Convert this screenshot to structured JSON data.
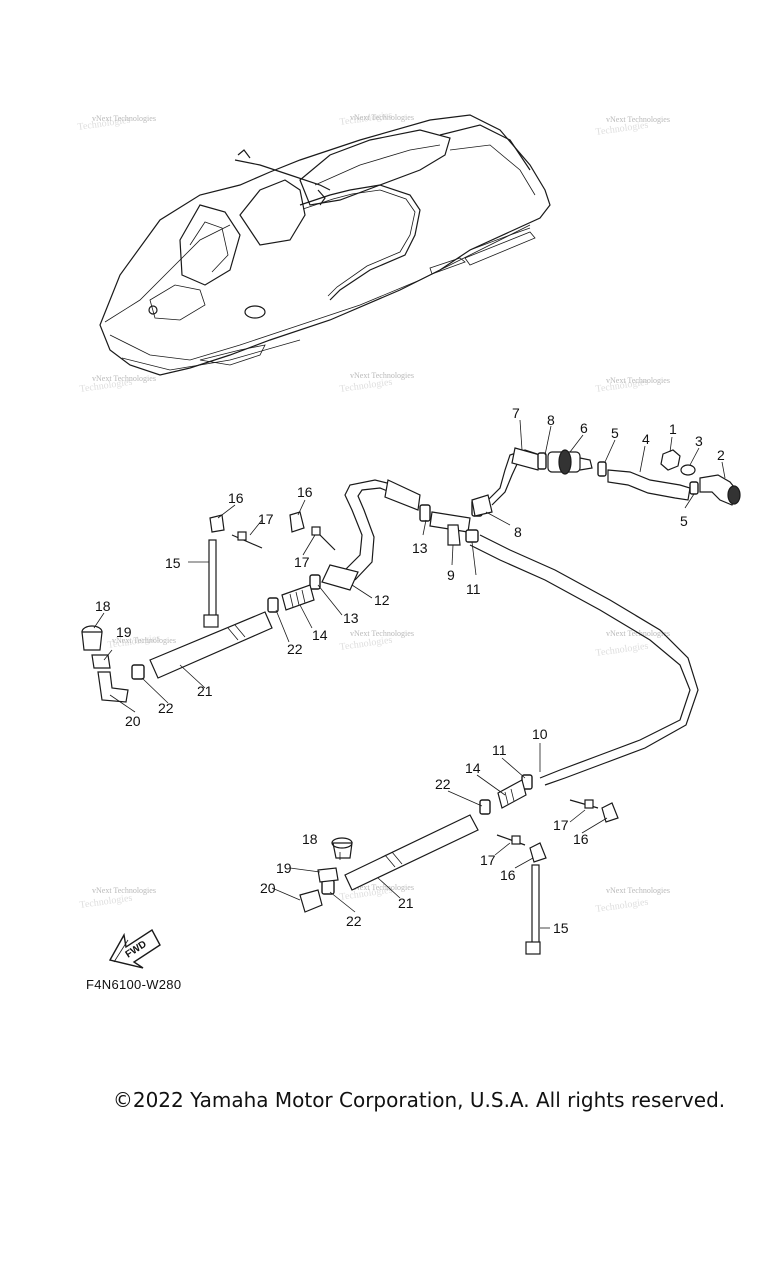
{
  "diagram": {
    "code": "F4N6100-W280",
    "fwd_label": "FWD",
    "copyright": "©2022 Yamaha Motor Corporation, U.S.A. All rights reserved.",
    "watermark": "vNext Technologies",
    "callouts": [
      {
        "id": "c7a",
        "text": "7"
      },
      {
        "id": "c8a",
        "text": "8"
      },
      {
        "id": "c6",
        "text": "6"
      },
      {
        "id": "c5a",
        "text": "5"
      },
      {
        "id": "c4",
        "text": "4"
      },
      {
        "id": "c1",
        "text": "1"
      },
      {
        "id": "c3",
        "text": "3"
      },
      {
        "id": "c2",
        "text": "2"
      },
      {
        "id": "c5b",
        "text": "5"
      },
      {
        "id": "c8b",
        "text": "8"
      },
      {
        "id": "c13a",
        "text": "13"
      },
      {
        "id": "c9",
        "text": "9"
      },
      {
        "id": "c11a",
        "text": "11"
      },
      {
        "id": "c16a",
        "text": "16"
      },
      {
        "id": "c17a",
        "text": "17"
      },
      {
        "id": "c16b",
        "text": "16"
      },
      {
        "id": "c17b",
        "text": "17"
      },
      {
        "id": "c15a",
        "text": "15"
      },
      {
        "id": "c12",
        "text": "12"
      },
      {
        "id": "c13b",
        "text": "13"
      },
      {
        "id": "c14a",
        "text": "14"
      },
      {
        "id": "c22a",
        "text": "22"
      },
      {
        "id": "c18a",
        "text": "18"
      },
      {
        "id": "c19a",
        "text": "19"
      },
      {
        "id": "c21a",
        "text": "21"
      },
      {
        "id": "c22b",
        "text": "22"
      },
      {
        "id": "c20a",
        "text": "20"
      },
      {
        "id": "c10",
        "text": "10"
      },
      {
        "id": "c11b",
        "text": "11"
      },
      {
        "id": "c14b",
        "text": "14"
      },
      {
        "id": "c22c",
        "text": "22"
      },
      {
        "id": "c17c",
        "text": "17"
      },
      {
        "id": "c16c",
        "text": "16"
      },
      {
        "id": "c18b",
        "text": "18"
      },
      {
        "id": "c17d",
        "text": "17"
      },
      {
        "id": "c16d",
        "text": "16"
      },
      {
        "id": "c19b",
        "text": "19"
      },
      {
        "id": "c20b",
        "text": "20"
      },
      {
        "id": "c21b",
        "text": "21"
      },
      {
        "id": "c22d",
        "text": "22"
      },
      {
        "id": "c15b",
        "text": "15"
      }
    ]
  }
}
